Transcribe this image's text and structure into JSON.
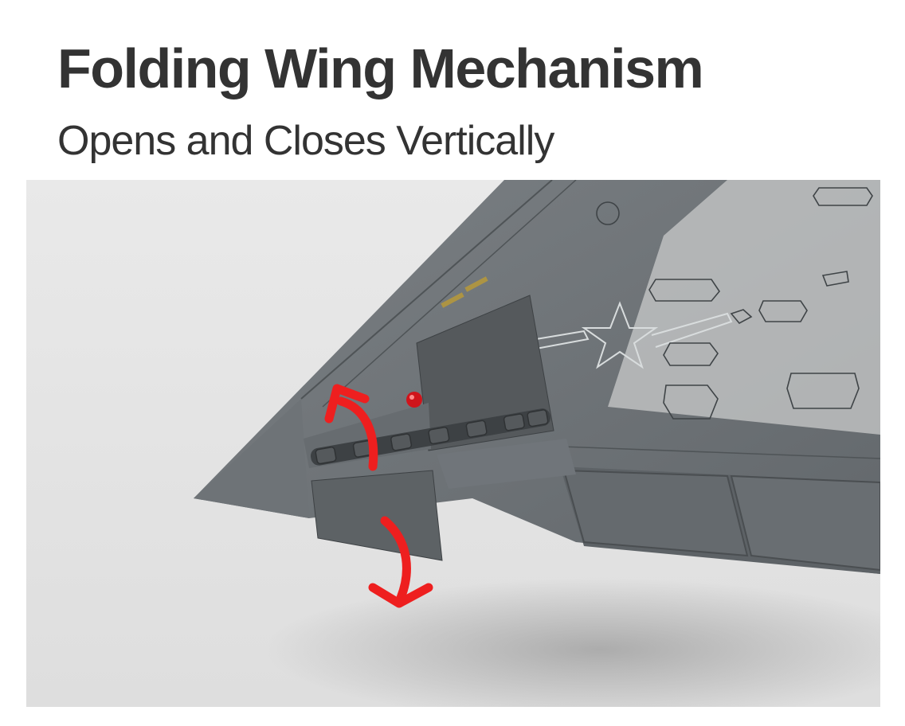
{
  "header": {
    "title": "Folding Wing Mechanism",
    "subtitle": "Opens and Closes Vertically"
  },
  "photo": {
    "subject": "aircraft-model-wing",
    "colors": {
      "wing": "#6f7478",
      "wing_dark": "#4f5457",
      "background": "#e4e4e4",
      "arrow": "#ee1f1f"
    }
  }
}
